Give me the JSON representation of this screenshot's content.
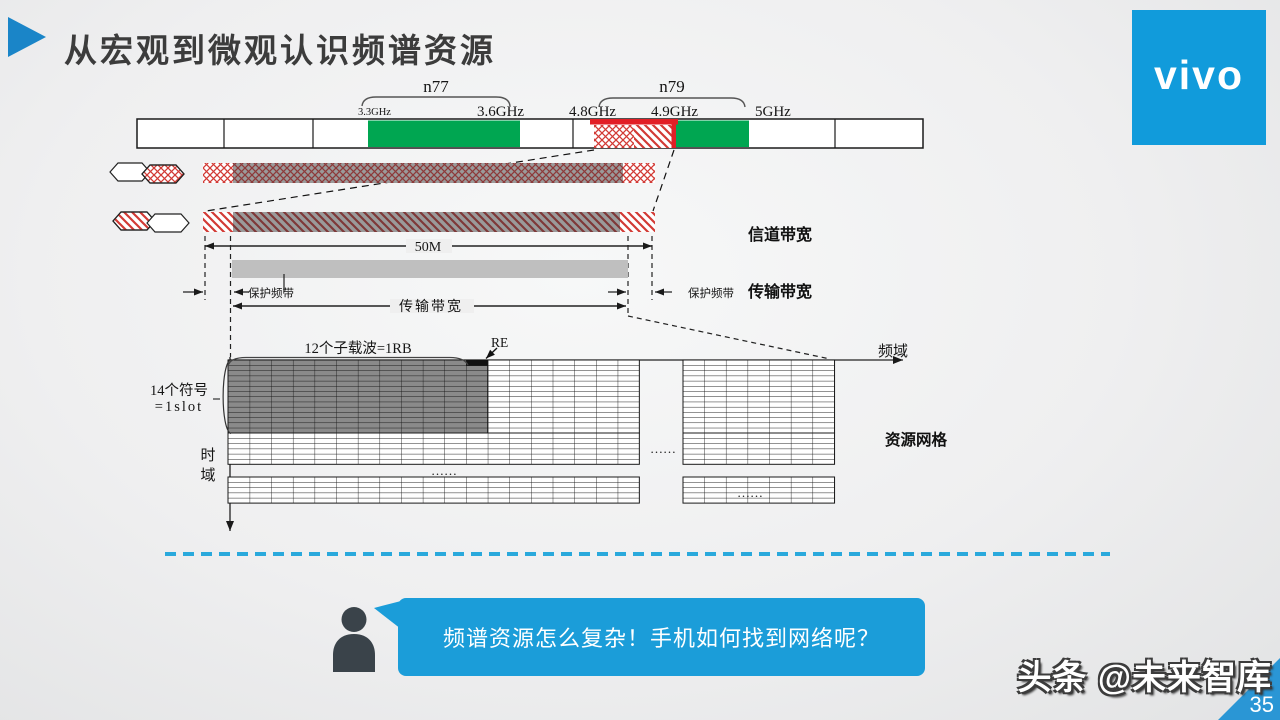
{
  "slide": {
    "title": "从宏观到微观认识频谱资源",
    "logo": "vivo",
    "watermark": "头条 @未来智库",
    "page_number": "35"
  },
  "macro_bar": {
    "bands": [
      {
        "label": "n77"
      },
      {
        "label": "n79"
      }
    ],
    "freq_labels": [
      "3.3GHz",
      "3.6GHz",
      "4.8GHz",
      "4.9GHz",
      "5GHz"
    ]
  },
  "bandwidth_section": {
    "channel_bandwidth_label": "信道带宽",
    "transmission_bandwidth_label": "传输带宽",
    "total_width_label": "50M",
    "guard_band_left_label": "保护频带",
    "guard_band_right_label": "保护频带",
    "transmission_dim_label": "传输带宽"
  },
  "resource_grid": {
    "rb_label": "12个子载波=1RB",
    "re_label": "RE",
    "symbols_label_line1": "14个符号",
    "symbols_label_line2": "=1slot",
    "time_axis_char1": "时",
    "time_axis_char2": "域",
    "freq_axis_label": "频域",
    "grid_title": "资源网格",
    "ellipsis": "……"
  },
  "footer": {
    "speech_text": "频谱资源怎么复杂！手机如何找到网络呢？"
  },
  "colors": {
    "accent_blue": "#1b9dd9",
    "vivo_blue": "#119bdb",
    "divider_blue": "#2aa9dc",
    "green": "#00a651",
    "red": "#e21f26",
    "bar_gray": "#9a9a9a",
    "grid_gray": "#8a8a8a",
    "person_gray": "#3a434a"
  }
}
